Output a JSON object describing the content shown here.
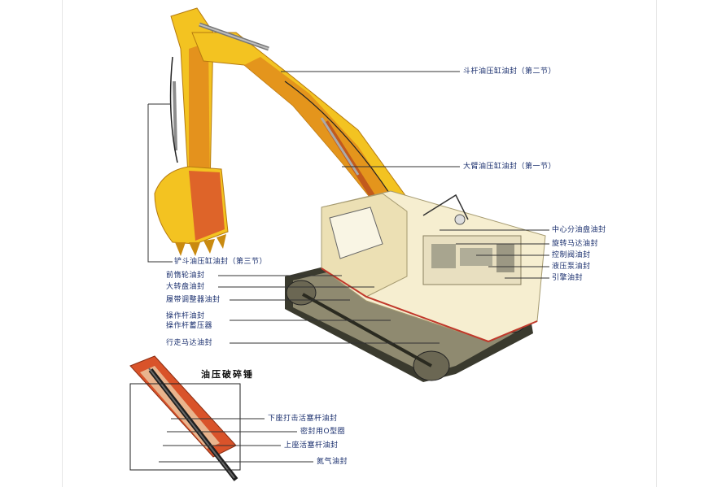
{
  "diagram": {
    "labels": {
      "arm_cyl": "斗杆油压缸油封（第二节）",
      "boom_cyl": "大臂油压缸油封（第一节）",
      "center_dist": "中心分油盘油封",
      "swing_motor": "旋转马达油封",
      "control_valve": "控制阀油封",
      "hyd_pump": "液压泵油封",
      "engine": "引擎油封",
      "bucket_cyl": "铲斗油压缸油封（第三节）",
      "idler": "前惰轮油封",
      "swing_bearing": "大转盘油封",
      "track_adjuster": "履带调整器油封",
      "lever": "操作杆油封",
      "lever_acc": "操作杆蓄压器",
      "travel_motor": "行走马达油封"
    },
    "breaker": {
      "title": "油压破碎锤",
      "labels": {
        "lower_piston": "下座打击活塞杆油封",
        "o_ring": "密封用O型圈",
        "upper_piston": "上座活塞杆油封",
        "gas_seal": "氮气油封"
      }
    },
    "colors": {
      "boom_yellow": "#f3c321",
      "boom_shadow": "#e08a1c",
      "red_orange": "#d9532a",
      "cab_cream": "#f6eed0",
      "track_dark": "#3a3a2e",
      "leader_line": "#333333",
      "label_blue": "#1a2f6e"
    }
  }
}
